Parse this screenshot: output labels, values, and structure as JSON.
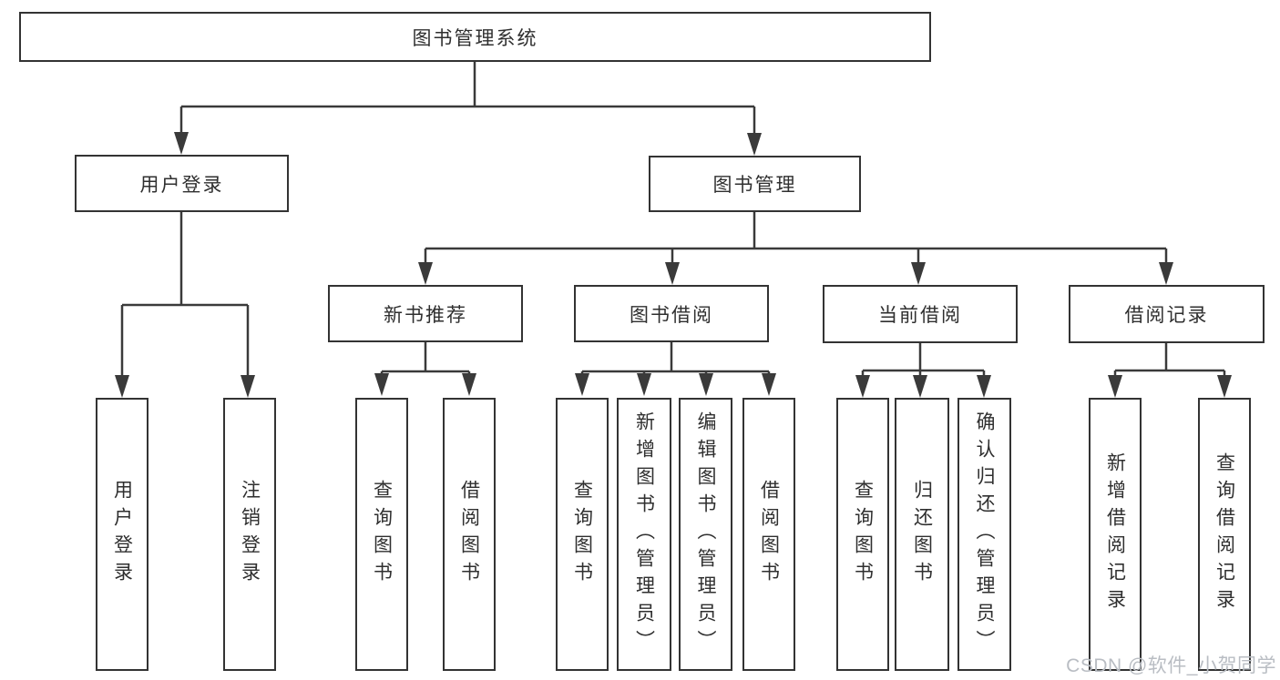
{
  "tree": {
    "root": {
      "label": "图书管理系统",
      "children": [
        {
          "label": "用户登录",
          "children": [
            {
              "label": "用户登录"
            },
            {
              "label": "注销登录"
            }
          ]
        },
        {
          "label": "图书管理",
          "children": [
            {
              "label": "新书推荐",
              "children": [
                {
                  "label": "查询图书"
                },
                {
                  "label": "借阅图书"
                }
              ]
            },
            {
              "label": "图书借阅",
              "children": [
                {
                  "label": "查询图书"
                },
                {
                  "label": "新增图书（管理员）"
                },
                {
                  "label": "编辑图书（管理员）"
                },
                {
                  "label": "借阅图书"
                }
              ]
            },
            {
              "label": "当前借阅",
              "children": [
                {
                  "label": "查询图书"
                },
                {
                  "label": "归还图书"
                },
                {
                  "label": "确认归还（管理员）"
                }
              ]
            },
            {
              "label": "借阅记录",
              "children": [
                {
                  "label": "新增借阅记录"
                },
                {
                  "label": "查询借阅记录"
                }
              ]
            }
          ]
        }
      ]
    }
  },
  "watermark": {
    "text": "CSDN @软件_小贺同学"
  },
  "colors": {
    "line": "#3a3a3a",
    "box_border": "#333333",
    "text": "#2f2f2f",
    "watermark": "#b9bdc3",
    "background": "#ffffff"
  }
}
